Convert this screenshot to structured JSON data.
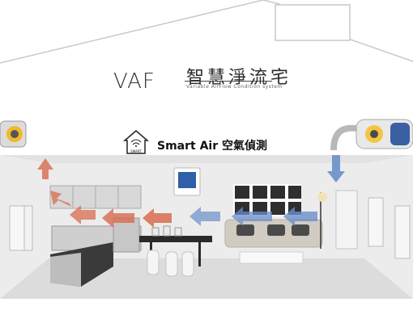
{
  "brand": {
    "logo": "VAF",
    "name": "智慧淨流宅",
    "tagline": "Variable AirFlow Condition system"
  },
  "smart": {
    "title": "Smart Air  空氣偵測",
    "icon_label": "SMART"
  },
  "colors": {
    "fresh_air_arrow": "#6a8fc9",
    "exhaust_arrow": "#d86c4f",
    "wall": "#eeeeee",
    "roof_outline": "#bdbdbd",
    "floor": "#d9d9d9"
  },
  "icons": [
    "smart-home-icon",
    "ventilation-unit-left-icon",
    "ventilation-unit-right-icon"
  ]
}
